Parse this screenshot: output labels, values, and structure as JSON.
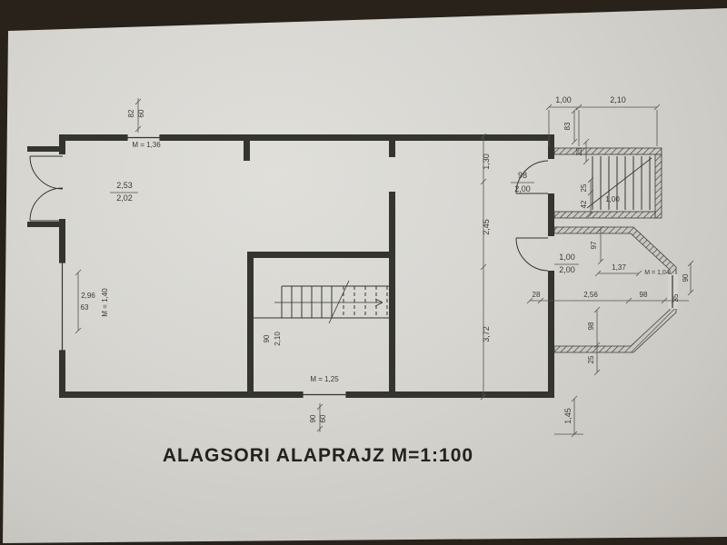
{
  "scene": {
    "background_color": "#28221b",
    "paper_color": "#d7d6d1"
  },
  "title": {
    "text": "ALAGSORI ALAPRAJZ M=1:100"
  },
  "drawing": {
    "type": "architectural-floor-plan",
    "ink_color": "#35352f",
    "dim_color": "#55554e",
    "label_color": "#3a3a34",
    "labels": [
      "M = 1,36",
      "82",
      "60",
      "2,53",
      "2,02",
      "2,96",
      "63",
      "M = 1,40",
      "90",
      "2,10",
      "M = 1,25",
      "90",
      "60",
      "1,30",
      "2,45",
      "3,72",
      "98",
      "2,00",
      "1,00",
      "2,10",
      "83",
      "25",
      "25",
      "42",
      "1,00",
      "97",
      "1,00",
      "2,00",
      "1,37",
      "M = 1,04",
      "28",
      "2,56",
      "98",
      "25",
      "90",
      "98",
      "25",
      "1,45"
    ]
  }
}
